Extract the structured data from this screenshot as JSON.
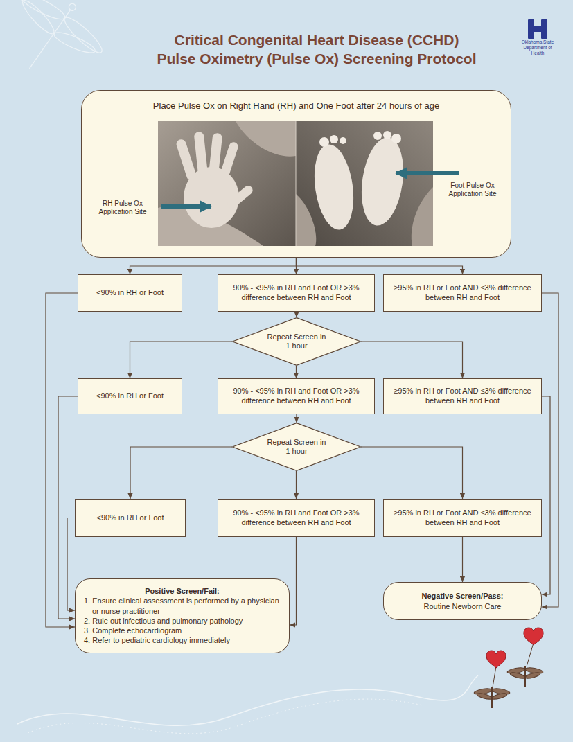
{
  "diagram": {
    "title": "Critical Congenital Heart Disease (CCHD) Pulse Oximetry (Pulse Ox) Screening Protocol",
    "nodes": [
      {
        "text": [
          "Place Pulse Ox on Right Hand (RH) and One Foot after 24 hours of age"
        ]
      },
      {
        "text": [
          "<90% in RH or Foot"
        ]
      },
      {
        "text": [
          "90% - <95% in RH and Foot OR >3% difference between RH and Foot"
        ]
      },
      {
        "text": [
          "≥95% in RH or Foot AND ≤3% difference between RH and Foot"
        ]
      },
      {
        "text": [
          "Repeat Screen in 1 hour"
        ]
      },
      {
        "text": [
          "<90% in RH or Foot"
        ]
      },
      {
        "text": [
          "90% - <95% in RH and Foot OR >3% difference between RH and Foot"
        ]
      },
      {
        "text": [
          "≥95% in RH or Foot AND ≤3% difference between RH and Foot"
        ]
      },
      {
        "text": [
          "Repeat Screen in 1 hour"
        ]
      },
      {
        "text": [
          "<90% in RH or Foot"
        ]
      },
      {
        "text": [
          "90% - <95% in RH and Foot OR >3% difference between RH and Foot"
        ]
      },
      {
        "text": [
          "≥95% in RH or Foot AND ≤3% difference between RH and Foot"
        ]
      },
      {
        "text": [
          "Positive Screen/Fail:",
          "1. Ensure clinical assessment is performed by a physician or nurse practitioner",
          "2. Rule out infectious and pulmonary pathology",
          "3. Complete echocardiogram",
          "4. Refer to pediatric cardiology immediately"
        ]
      },
      {
        "text": [
          "Negative Screen/Pass:",
          "Routine Newborn Care"
        ]
      }
    ],
    "edges": [
      {
        "from": 0,
        "to": 1,
        "arrow": "to"
      },
      {
        "from": 0,
        "to": 2,
        "arrow": "to"
      },
      {
        "from": 0,
        "to": 3,
        "arrow": "to"
      },
      {
        "from": 2,
        "to": 4,
        "arrow": "to"
      },
      {
        "from": 4,
        "to": 5,
        "arrow": "to"
      },
      {
        "from": 4,
        "to": 6,
        "arrow": "to"
      },
      {
        "from": 4,
        "to": 7,
        "arrow": "to"
      },
      {
        "from": 6,
        "to": 8,
        "arrow": "to"
      },
      {
        "from": 8,
        "to": 9,
        "arrow": "to"
      },
      {
        "from": 8,
        "to": 10,
        "arrow": "to"
      },
      {
        "from": 8,
        "to": 11,
        "arrow": "to"
      },
      {
        "from": 1,
        "to": 12,
        "arrow": "to"
      },
      {
        "from": 5,
        "to": 12,
        "arrow": "to"
      },
      {
        "from": 9,
        "to": 12,
        "arrow": "to"
      },
      {
        "from": 10,
        "to": 12,
        "arrow": "to"
      },
      {
        "from": 3,
        "to": 13,
        "arrow": "to"
      },
      {
        "from": 7,
        "to": 13,
        "arrow": "to"
      },
      {
        "from": 11,
        "to": 13,
        "arrow": "to"
      }
    ],
    "labels": [
      "Oklahoma State Department of Health",
      "RH Pulse Ox Application Site",
      "Foot Pulse Ox Application Site"
    ]
  }
}
